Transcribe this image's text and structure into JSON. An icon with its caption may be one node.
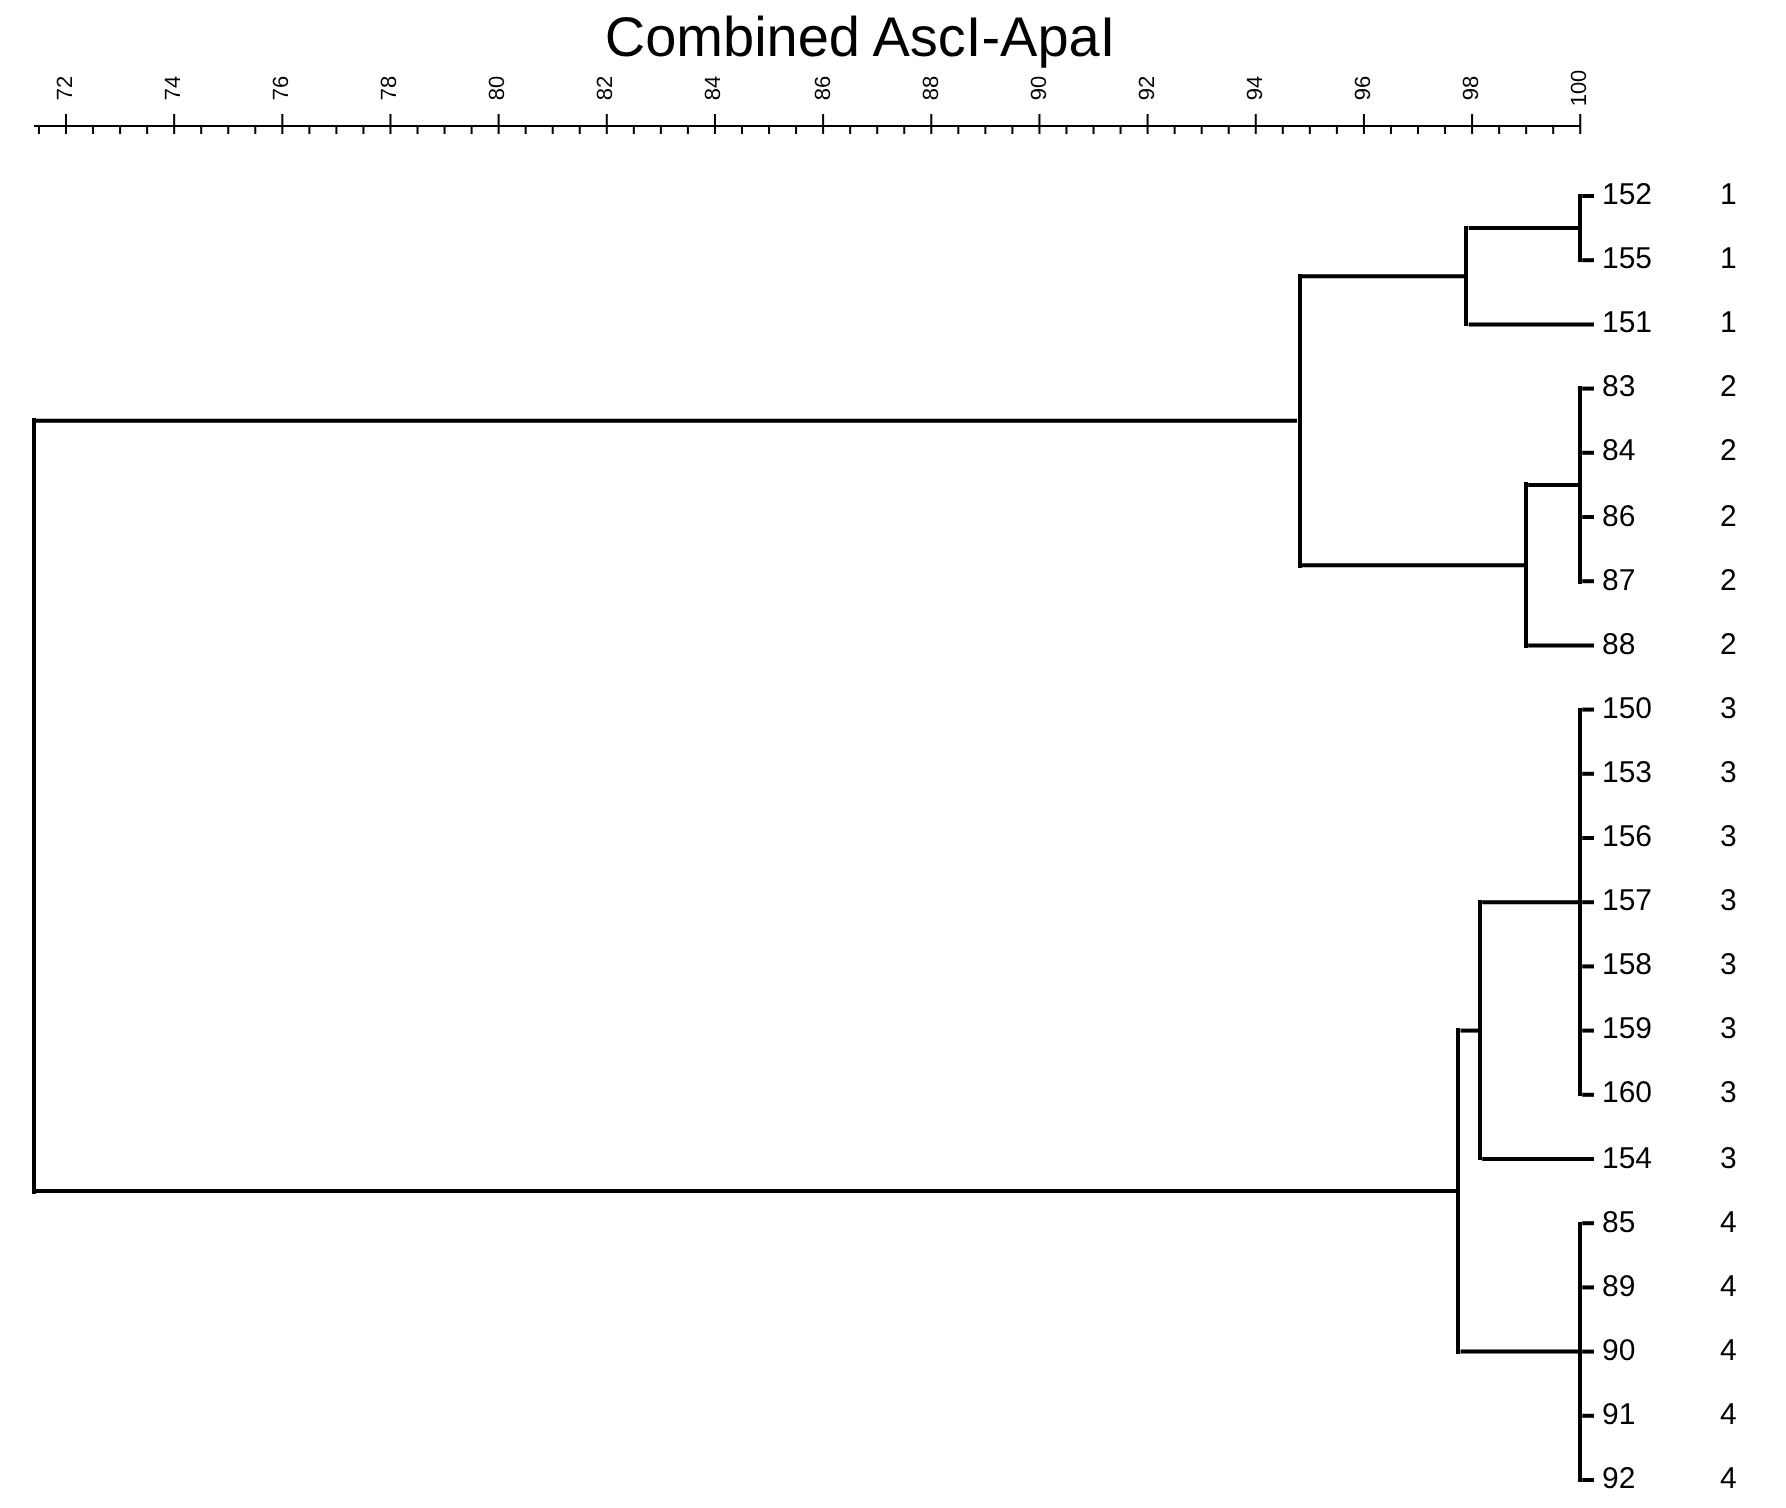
{
  "diagram": {
    "title": "Combined AscI-ApaI",
    "nodes": [
      {
        "text": [],
        "shape": "bar"
      },
      {
        "text": [],
        "shape": "bar"
      },
      {
        "text": [],
        "shape": "bar"
      },
      {
        "text": [],
        "shape": "bar"
      },
      {
        "text": [
          "152"
        ],
        "beside": [
          "1"
        ]
      },
      {
        "text": [
          "155"
        ],
        "beside": [
          "1"
        ]
      },
      {
        "text": [
          "151"
        ],
        "beside": [
          "1"
        ]
      },
      {
        "text": [],
        "shape": "bar"
      },
      {
        "text": [],
        "shape": "bar"
      },
      {
        "text": [
          "83"
        ],
        "beside": [
          "2"
        ]
      },
      {
        "text": [
          "84"
        ],
        "beside": [
          "2"
        ]
      },
      {
        "text": [
          "86"
        ],
        "beside": [
          "2"
        ]
      },
      {
        "text": [
          "87"
        ],
        "beside": [
          "2"
        ]
      },
      {
        "text": [
          "88"
        ],
        "beside": [
          "2"
        ]
      },
      {
        "text": [],
        "shape": "bar"
      },
      {
        "text": [],
        "shape": "bar"
      },
      {
        "text": [],
        "shape": "bar"
      },
      {
        "text": [
          "150"
        ],
        "beside": [
          "3"
        ]
      },
      {
        "text": [
          "153"
        ],
        "beside": [
          "3"
        ]
      },
      {
        "text": [
          "156"
        ],
        "beside": [
          "3"
        ]
      },
      {
        "text": [
          "157"
        ],
        "beside": [
          "3"
        ]
      },
      {
        "text": [
          "158"
        ],
        "beside": [
          "3"
        ]
      },
      {
        "text": [
          "159"
        ],
        "beside": [
          "3"
        ]
      },
      {
        "text": [
          "160"
        ],
        "beside": [
          "3"
        ]
      },
      {
        "text": [
          "154"
        ],
        "beside": [
          "3"
        ]
      },
      {
        "text": [],
        "shape": "bar"
      },
      {
        "text": [
          "85"
        ],
        "beside": [
          "4"
        ]
      },
      {
        "text": [
          "89"
        ],
        "beside": [
          "4"
        ]
      },
      {
        "text": [
          "90"
        ],
        "beside": [
          "4"
        ]
      },
      {
        "text": [
          "91"
        ],
        "beside": [
          "4"
        ]
      },
      {
        "text": [
          "92"
        ],
        "beside": [
          "4"
        ]
      }
    ],
    "edges": [
      {
        "from": 0,
        "to": 1,
        "arrow": "none"
      },
      {
        "from": 0,
        "to": 14,
        "arrow": "none"
      },
      {
        "from": 1,
        "to": 2,
        "arrow": "none"
      },
      {
        "from": 1,
        "to": 7,
        "arrow": "none"
      },
      {
        "from": 2,
        "to": 3,
        "arrow": "none"
      },
      {
        "from": 2,
        "to": 6,
        "arrow": "none"
      },
      {
        "from": 3,
        "to": 4,
        "arrow": "none"
      },
      {
        "from": 3,
        "to": 5,
        "arrow": "none"
      },
      {
        "from": 7,
        "to": 8,
        "arrow": "none"
      },
      {
        "from": 7,
        "to": 13,
        "arrow": "none"
      },
      {
        "from": 8,
        "to": 9,
        "arrow": "none"
      },
      {
        "from": 8,
        "to": 10,
        "arrow": "none"
      },
      {
        "from": 8,
        "to": 11,
        "arrow": "none"
      },
      {
        "from": 8,
        "to": 12,
        "arrow": "none"
      },
      {
        "from": 14,
        "to": 15,
        "arrow": "none"
      },
      {
        "from": 14,
        "to": 25,
        "arrow": "none"
      },
      {
        "from": 15,
        "to": 16,
        "arrow": "none"
      },
      {
        "from": 15,
        "to": 24,
        "arrow": "none"
      },
      {
        "from": 16,
        "to": 17,
        "arrow": "none"
      },
      {
        "from": 16,
        "to": 18,
        "arrow": "none"
      },
      {
        "from": 16,
        "to": 19,
        "arrow": "none"
      },
      {
        "from": 16,
        "to": 20,
        "arrow": "none"
      },
      {
        "from": 16,
        "to": 21,
        "arrow": "none"
      },
      {
        "from": 16,
        "to": 22,
        "arrow": "none"
      },
      {
        "from": 16,
        "to": 23,
        "arrow": "none"
      },
      {
        "from": 25,
        "to": 26,
        "arrow": "none"
      },
      {
        "from": 25,
        "to": 27,
        "arrow": "none"
      },
      {
        "from": 25,
        "to": 28,
        "arrow": "none"
      },
      {
        "from": 25,
        "to": 29,
        "arrow": "none"
      },
      {
        "from": 25,
        "to": 30,
        "arrow": "none"
      }
    ],
    "labels": [
      "72",
      "74",
      "76",
      "78",
      "80",
      "82",
      "84",
      "86",
      "88",
      "90",
      "92",
      "94",
      "96",
      "98",
      "100"
    ]
  }
}
